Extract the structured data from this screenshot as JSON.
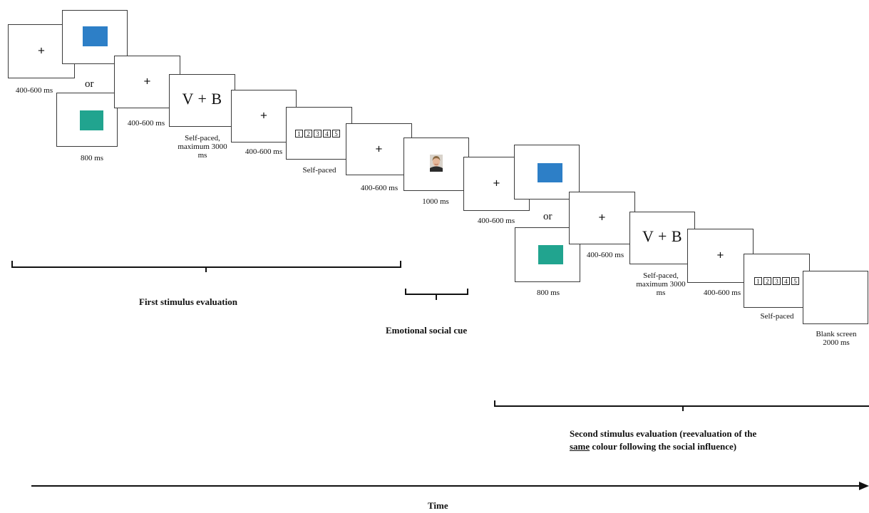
{
  "frames": {
    "fixation": "+",
    "vb": "V + B",
    "scale_numbers": [
      "1",
      "2",
      "3",
      "4",
      "5"
    ]
  },
  "captions": {
    "fix1": "400-600 ms",
    "or1": "or",
    "colour1": "800 ms",
    "fix2": "400-600 ms",
    "vb1": [
      "Self-paced,",
      "maximum 3000",
      "ms"
    ],
    "fix3": "400-600 ms",
    "rating1": "Self-paced",
    "fix4": "400-600 ms",
    "face": "1000 ms",
    "fix5": "400-600 ms",
    "or2": "or",
    "colour2": "800 ms",
    "fix6": "400-600 ms",
    "vb2": [
      "Self-paced,",
      "maximum 3000",
      "ms"
    ],
    "fix7": "400-600 ms",
    "rating2": "Self-paced",
    "blank": [
      "Blank screen",
      "2000 ms"
    ]
  },
  "phases": {
    "first": "First stimulus evaluation",
    "cue": "Emotional social cue",
    "second_prefix": "Second stimulus evaluation (reevaluation of the",
    "second_underlined": "same",
    "second_suffix": " colour following the social influence)"
  },
  "axis": {
    "label": "Time"
  },
  "colors": {
    "blue_stimulus": "#2d7fc7",
    "teal_stimulus": "#21a48f"
  }
}
